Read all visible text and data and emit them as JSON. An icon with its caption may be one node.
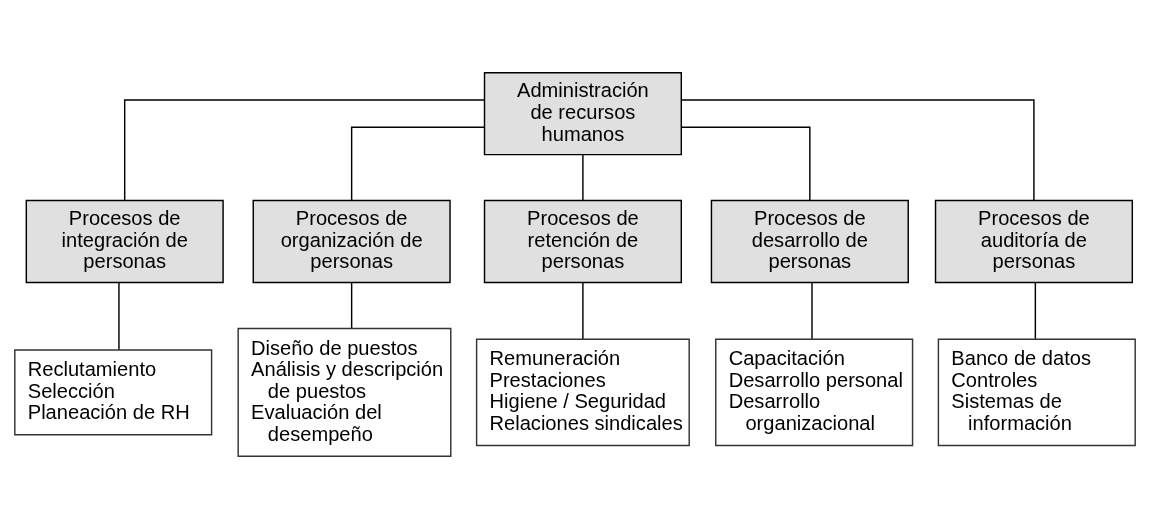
{
  "diagram": {
    "nodes": [
      {
        "text": [
          "Administración de recursos humanos"
        ]
      },
      {
        "text": [
          "Procesos de integración de personas"
        ]
      },
      {
        "text": [
          "Procesos de organización de personas"
        ]
      },
      {
        "text": [
          "Procesos de retención de personas"
        ]
      },
      {
        "text": [
          "Procesos de desarrollo de personas"
        ]
      },
      {
        "text": [
          "Procesos de auditoría de personas"
        ]
      },
      {
        "text": [
          "Reclutamiento",
          "Selección",
          "Planeación de RH"
        ]
      },
      {
        "text": [
          "Diseño de puestos",
          "Análisis y descripción de puestos",
          "Evaluación del desempeño"
        ]
      },
      {
        "text": [
          "Remuneración",
          "Prestaciones",
          "Higiene / Seguridad",
          "Relaciones sindicales"
        ]
      },
      {
        "text": [
          "Capacitación",
          "Desarrollo personal",
          "Desarrollo organizacional"
        ]
      },
      {
        "text": [
          "Banco de datos",
          "Controles",
          "Sistemas de información"
        ]
      }
    ],
    "edges": [
      {
        "from": 0,
        "to": 1,
        "arrow": "none"
      },
      {
        "from": 0,
        "to": 2,
        "arrow": "none"
      },
      {
        "from": 0,
        "to": 3,
        "arrow": "none"
      },
      {
        "from": 0,
        "to": 4,
        "arrow": "none"
      },
      {
        "from": 0,
        "to": 5,
        "arrow": "none"
      },
      {
        "from": 1,
        "to": 6,
        "arrow": "none"
      },
      {
        "from": 2,
        "to": 7,
        "arrow": "none"
      },
      {
        "from": 3,
        "to": 8,
        "arrow": "none"
      },
      {
        "from": 4,
        "to": 9,
        "arrow": "none"
      },
      {
        "from": 5,
        "to": 10,
        "arrow": "none"
      }
    ]
  }
}
